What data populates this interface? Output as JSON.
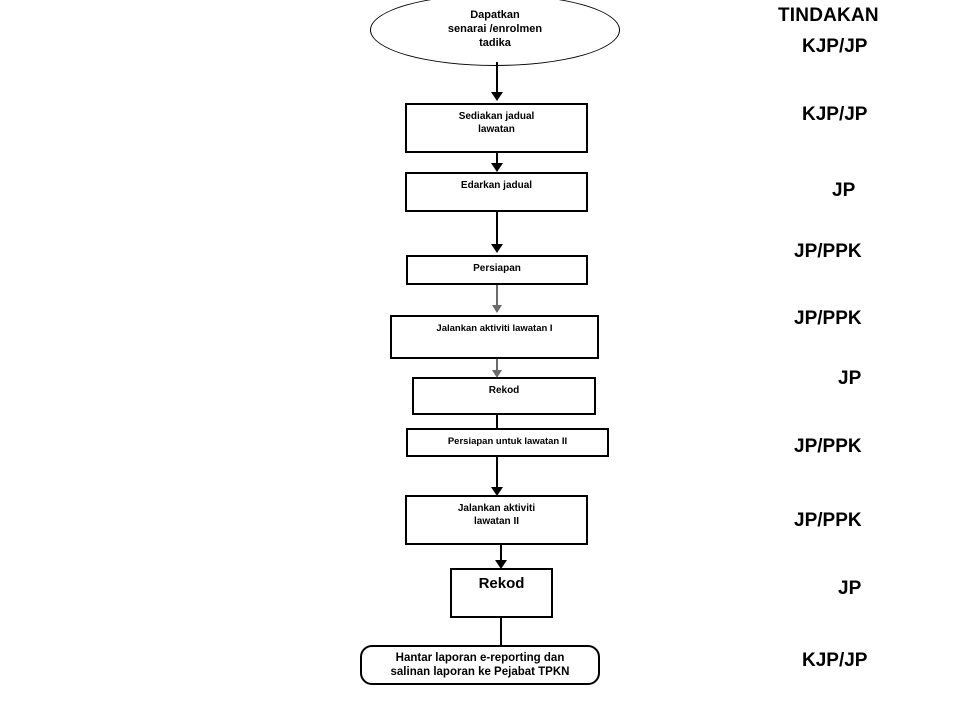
{
  "diagram": {
    "type": "flowchart",
    "orientation": "vertical",
    "title_column": {
      "header": "TINDAKAN"
    },
    "nodes": [
      {
        "id": "start",
        "shape": "ellipse",
        "label": "Dapatkan\nsenarai /enrolmen\ntadika",
        "action": "KJP/JP"
      },
      {
        "id": "sediakan-jadual",
        "shape": "rectangle",
        "label": "Sediakan jadual\nlawatan",
        "action": "KJP/JP"
      },
      {
        "id": "edarkan-jadual",
        "shape": "rectangle",
        "label": "Edarkan  jadual",
        "action": "JP"
      },
      {
        "id": "persiapan",
        "shape": "rectangle",
        "label": "Persiapan",
        "action": "JP/PPK"
      },
      {
        "id": "jalankan-aktiviti-lawatan-1",
        "shape": "rectangle",
        "label": "Jalankan aktiviti lawatan I",
        "action": "JP/PPK"
      },
      {
        "id": "rekod-1",
        "shape": "rectangle",
        "label": "Rekod",
        "action": "JP"
      },
      {
        "id": "persiapan-untuk-lawatan-2",
        "shape": "rectangle",
        "label": "Persiapan untuk lawatan II",
        "action": "JP/PPK"
      },
      {
        "id": "jalankan-aktiviti-lawatan-2",
        "shape": "rectangle",
        "label": "Jalankan aktiviti\nlawatan II",
        "action": "JP/PPK"
      },
      {
        "id": "rekod-2",
        "shape": "rectangle",
        "label": "Rekod",
        "action": "JP"
      },
      {
        "id": "hantar-laporan",
        "shape": "rounded-rectangle",
        "label": "Hantar laporan e-reporting dan\nsalinan laporan ke Pejabat TPKN",
        "action": "KJP/JP"
      }
    ],
    "colors": {
      "stroke": "#000000",
      "stroke_muted": "#6b6b6b",
      "background": "#ffffff",
      "text": "#000000"
    }
  }
}
